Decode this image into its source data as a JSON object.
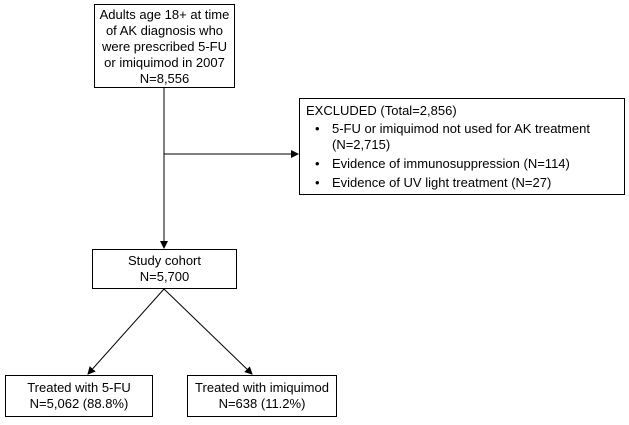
{
  "boxes": {
    "start": {
      "lines": [
        "Adults age 18+ at time",
        "of AK diagnosis who",
        "were prescribed 5-FU",
        "or imiquimod in 2007",
        "N=8,556"
      ]
    },
    "excluded": {
      "title": "EXCLUDED (Total=2,856)",
      "items": [
        {
          "lines": [
            "5-FU or imiquimod not used for AK treatment",
            "(N=2,715)"
          ]
        },
        {
          "lines": [
            "Evidence of immunosuppression (N=114)"
          ]
        },
        {
          "lines": [
            "Evidence of UV light treatment (N=27)"
          ]
        }
      ],
      "bullet": "•"
    },
    "cohort": {
      "lines": [
        "Study cohort",
        "N=5,700"
      ]
    },
    "treated_5fu": {
      "lines": [
        "Treated with 5-FU",
        "N=5,062 (88.8%)"
      ]
    },
    "treated_imiquimod": {
      "lines": [
        "Treated with imiquimod",
        "N=638 (11.2%)"
      ]
    }
  },
  "colors": {
    "stroke": "#000000",
    "background": "#ffffff"
  }
}
